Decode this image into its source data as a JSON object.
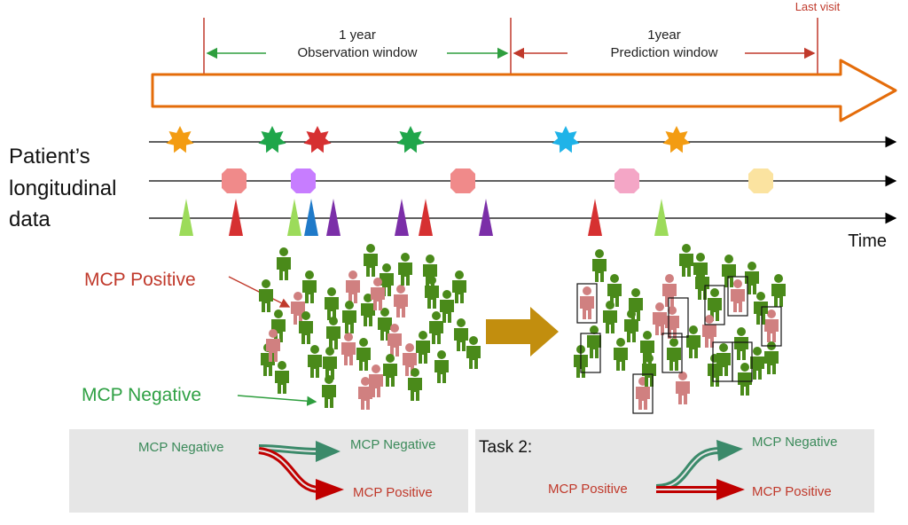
{
  "timeline": {
    "last_visit_label": "Last visit",
    "observation": {
      "line1": "1 year",
      "line2": "Observation window"
    },
    "prediction": {
      "line1": "1year",
      "line2": "Prediction window"
    }
  },
  "data_label": {
    "line1": "Patient’s",
    "line2": "longitudinal",
    "line3": "data"
  },
  "time_label": "Time",
  "cohort_labels": {
    "positive": "MCP Positive",
    "negative": "MCP Negative"
  },
  "task1": {
    "source": "MCP Negative",
    "target_negative": "MCP Negative",
    "target_positive": "MCP Positive"
  },
  "task2": {
    "title": "Task 2:",
    "source": "MCP Positive",
    "target_negative": "MCP Negative",
    "target_positive": "MCP Positive"
  },
  "colors": {
    "timeline_arrow": "#e46c0a",
    "observation_arrows": "#2e9e3e",
    "prediction_arrows": "#c0392b",
    "marker_line": "#c0392b",
    "positive_person": "#d08080",
    "negative_person": "#4a8a1a",
    "negative_text": "#2ea043",
    "positive_text": "#c0392b",
    "transition_arrow": "#c28e0e",
    "panel_bg": "#e6e6e6"
  }
}
